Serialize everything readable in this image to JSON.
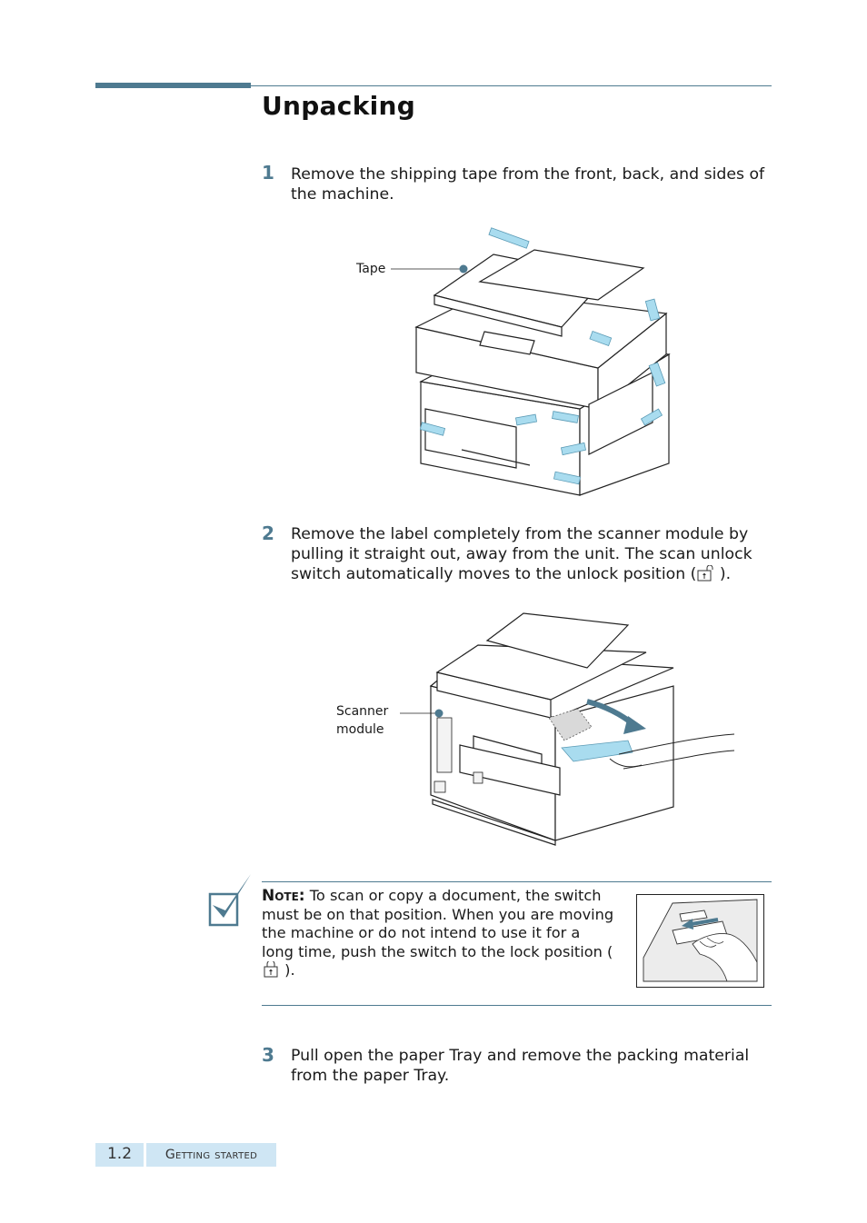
{
  "page": {
    "title": "Unpacking",
    "steps": [
      {
        "num": "1",
        "text": "Remove the shipping tape from the front, back, and sides of the machine."
      },
      {
        "num": "2",
        "text_before": "Remove the label completely from the scanner module by pulling it straight out, away from the unit. The scan unlock switch automatically moves to the unlock position (",
        "text_after": " )."
      },
      {
        "num": "3",
        "text": "Pull open the paper Tray and remove the packing material from the paper Tray."
      }
    ],
    "callouts": {
      "tape": "Tape",
      "scanner_line1": "Scanner",
      "scanner_line2": "module"
    },
    "note": {
      "label": "Note:",
      "text_before": " To scan or copy a document, the switch must be on that position. When you are moving the machine or do not intend to use it for a long time, push the switch to the lock position (",
      "text_after": " )."
    },
    "footer": {
      "page_number": "1.2",
      "section": "Getting started"
    }
  },
  "colors": {
    "accent": "#4e7a90",
    "tape": "#a9dcef",
    "footer_bg": "#cfe6f4"
  },
  "icons": [
    "unlock-icon",
    "lock-icon",
    "note-check-icon"
  ]
}
